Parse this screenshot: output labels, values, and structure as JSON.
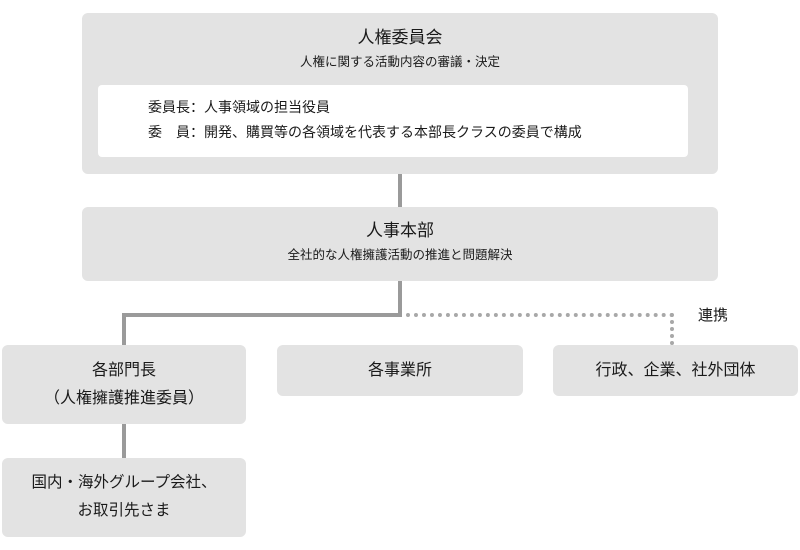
{
  "committee": {
    "title": "人権委員会",
    "subtitle": "人権に関する活動内容の審議・決定",
    "members": [
      {
        "role": "委員長",
        "desc": "人事領域の担当役員"
      },
      {
        "role": "委　員",
        "desc": "開発、購買等の各領域を代表する本部長クラスの委員で構成"
      }
    ]
  },
  "hr": {
    "title": "人事本部",
    "subtitle": "全社的な人権擁護活動の推進と問題解決"
  },
  "link_label": "連携",
  "bottom": {
    "dept": {
      "line1": "各部門長",
      "line2": "（人権擁護推進委員）"
    },
    "offices": {
      "title": "各事業所"
    },
    "external": {
      "title": "行政、企業、社外団体"
    }
  },
  "partners": {
    "line1": "国内・海外グループ会社、",
    "line2": "お取引先さま"
  }
}
